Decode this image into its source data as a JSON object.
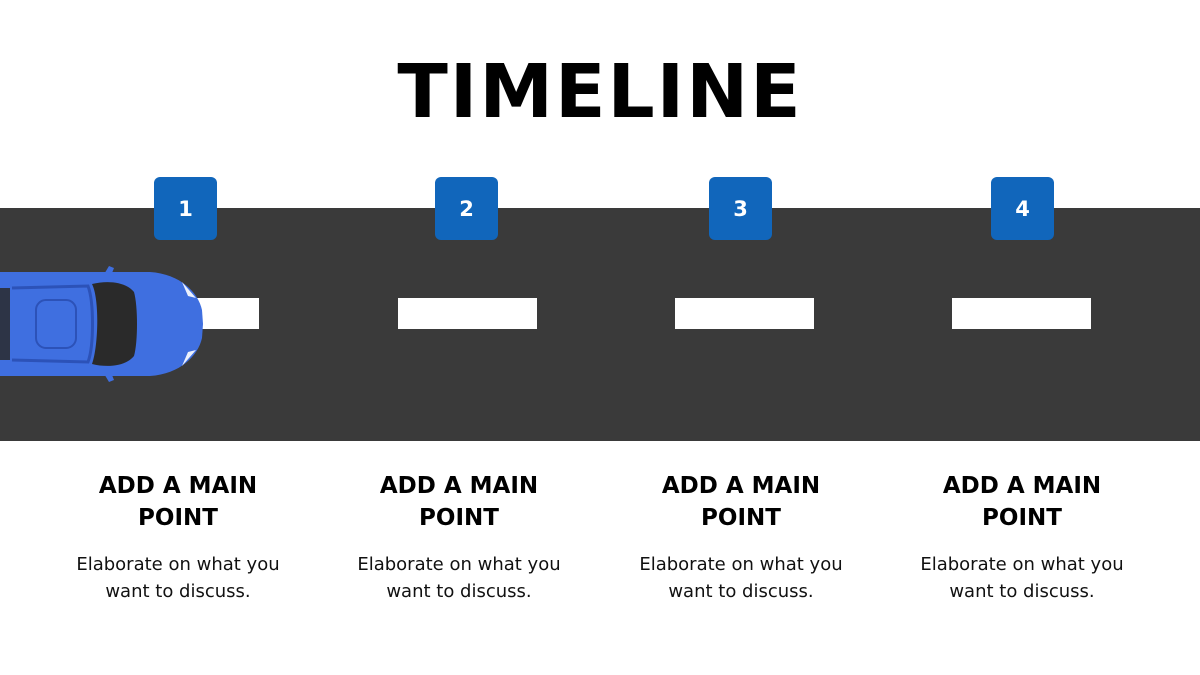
{
  "title": "TIMELINE",
  "colors": {
    "road": "#3a3a3a",
    "lane_marking": "#ffffff",
    "badge": "#1166bb",
    "car_body": "#3f6fe0",
    "car_glass": "#2a2a2a"
  },
  "steps": [
    {
      "number": "1",
      "title": "ADD A MAIN POINT",
      "text": "Elaborate on what you want to discuss."
    },
    {
      "number": "2",
      "title": "ADD A MAIN POINT",
      "text": "Elaborate on what you want to discuss."
    },
    {
      "number": "3",
      "title": "ADD A MAIN POINT",
      "text": "Elaborate on what you want to discuss."
    },
    {
      "number": "4",
      "title": "ADD A MAIN POINT",
      "text": "Elaborate on what you want to discuss."
    }
  ]
}
